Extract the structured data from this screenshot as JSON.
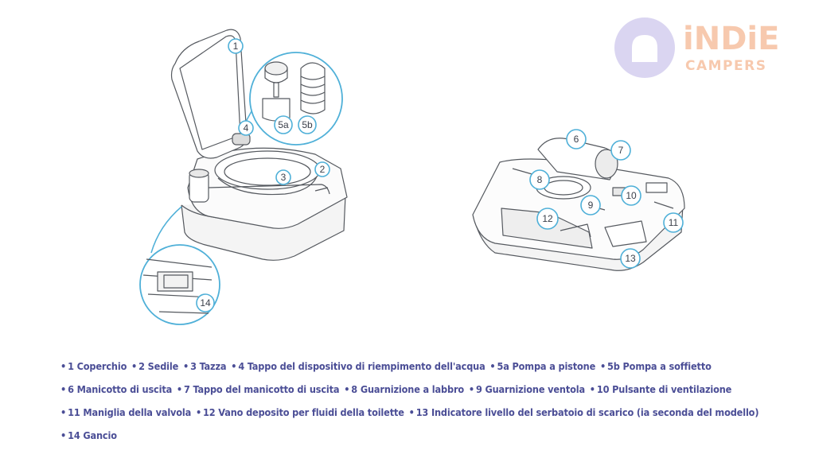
{
  "brand": {
    "logo_top": "iNDiE",
    "logo_bottom": "CAMPERS",
    "color": "#f7c9ae",
    "circle_color": "#d9d4f0"
  },
  "accent_color": "#4fb0d8",
  "callouts": [
    "1",
    "2",
    "3",
    "4",
    "5a",
    "5b",
    "14",
    "6",
    "7",
    "8",
    "9",
    "10",
    "11",
    "12",
    "13"
  ],
  "legend": {
    "bullet": "•",
    "lines": [
      [
        "1 Coperchio",
        "2 Sedile",
        "3 Tazza",
        "4 Tappo del dispositivo di riempimento dell'acqua",
        "5a Pompa a pistone",
        "5b Pompa a soffietto"
      ],
      [
        "6 Manicotto di uscita",
        "7 Tappo del manicotto di uscita",
        "8 Guarnizione a labbro",
        "9 Guarnizione ventola",
        "10 Pulsante di ventilazione"
      ],
      [
        "11 Maniglia della valvola",
        "12 Vano deposito per fluidi della toilette",
        "13 Indicatore livello del serbatoio di scarico (ia seconda del modello)"
      ],
      [
        "14 Gancio"
      ]
    ]
  }
}
